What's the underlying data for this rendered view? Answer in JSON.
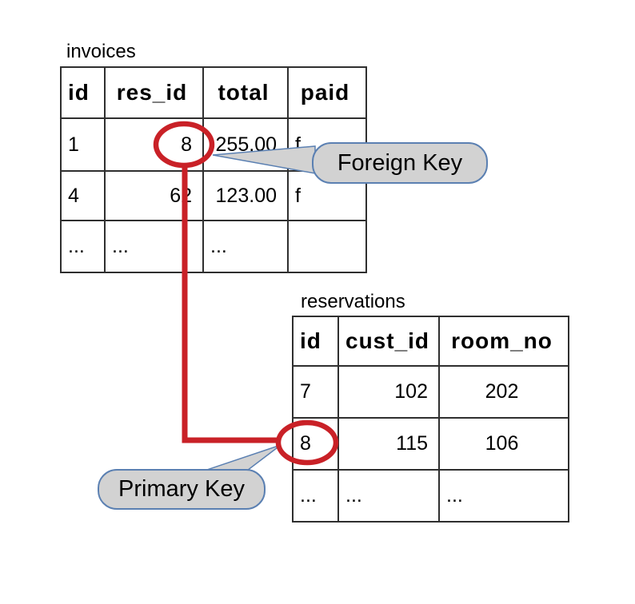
{
  "diagram": {
    "background_color": "#ffffff",
    "accent_red": "#c92127",
    "callout_fill": "#d2d2d2",
    "callout_border": "#5b80b2",
    "table_border_color": "#2f2f2f"
  },
  "invoices_table": {
    "title": "invoices",
    "columns": [
      "id",
      "res_id",
      "total",
      "paid"
    ],
    "rows": [
      [
        "1",
        "8",
        "255.00",
        "f"
      ],
      [
        "4",
        "62",
        "123.00",
        "f"
      ],
      [
        "...",
        "...",
        "...",
        ""
      ]
    ]
  },
  "reservations_table": {
    "title": "reservations",
    "columns": [
      "id",
      "cust_id",
      "room_no"
    ],
    "rows": [
      [
        "7",
        "102",
        "202"
      ],
      [
        "8",
        "115",
        "106"
      ],
      [
        "...",
        "...",
        "..."
      ]
    ]
  },
  "callouts": {
    "foreign_key": {
      "label": "Foreign Key"
    },
    "primary_key": {
      "label": "Primary Key"
    }
  },
  "circled_values": {
    "invoices_res_id": "8",
    "reservations_id": "8"
  }
}
